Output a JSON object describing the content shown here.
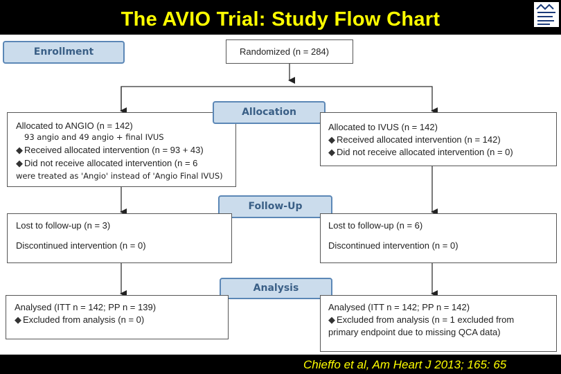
{
  "title": "The AVIO Trial:  Study Flow Chart",
  "citation": "Chieffo et al, Am Heart J 2013; 165: 65",
  "stages": {
    "enrollment": "Enrollment",
    "allocation": "Allocation",
    "follow_up": "Follow-Up",
    "analysis": "Analysis"
  },
  "randomized": "Randomized (n = 284)",
  "bullet_glyph": "◆",
  "left": {
    "allocation": {
      "line1": "Allocated to ANGIO (n = 142)",
      "line2": "93 angio and 49 angio + final IVUS",
      "line3": "Received allocated intervention (n = 93 + 43)",
      "line4": "Did not receive allocated intervention (n = 6",
      "line5": "were treated as 'Angio' instead of 'Angio Final IVUS)"
    },
    "follow_up": {
      "line1": "Lost to follow-up (n = 3)",
      "line2": "Discontinued intervention (n = 0)"
    },
    "analysis": {
      "line1": "Analysed  (ITT n = 142; PP n = 139)",
      "line2": "Excluded from analysis (n = 0)"
    }
  },
  "right": {
    "allocation": {
      "line1": "Allocated to IVUS (n = 142)",
      "line2": "Received allocated intervention (n = 142)",
      "line3": "Did not receive allocated intervention (n = 0)"
    },
    "follow_up": {
      "line1": "Lost to follow-up (n = 6)",
      "line2": "Discontinued intervention (n = 0)"
    },
    "analysis": {
      "line1": "Analysed  (ITT n = 142; PP n = 142)",
      "line2": "Excluded from analysis (n = 1 excluded from",
      "line3": "primary endpoint due to missing QCA data)"
    }
  }
}
